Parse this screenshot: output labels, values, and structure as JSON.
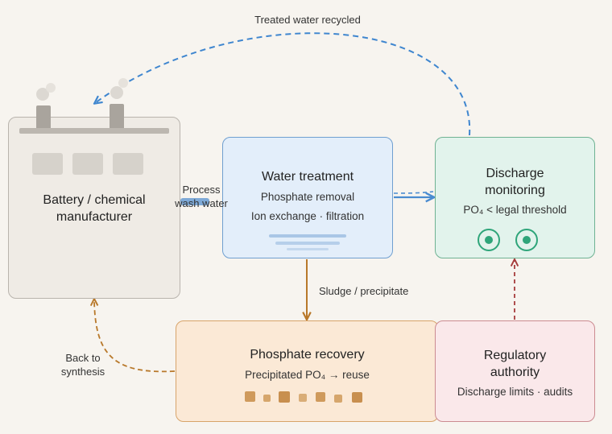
{
  "colors": {
    "recycle_arrow": "#3f86cf",
    "water_flow": "#4a8bd0",
    "sludge_arrow": "#b8782a",
    "back_arrow": "#b8782a",
    "regulatory_arrow": "#a63c3c"
  },
  "labels": {
    "recycled": "Treated water recycled",
    "process_line1": "Process",
    "process_line2": "wash water",
    "sludge": "Sludge / precipitate",
    "back_line1": "Back to",
    "back_line2": "synthesis"
  },
  "manufacturer": {
    "title_line1": "Battery / chemical",
    "title_line2": "manufacturer"
  },
  "water_treatment": {
    "title": "Water treatment",
    "line1": "Phosphate removal",
    "line2": "Ion exchange · filtration"
  },
  "discharge": {
    "title_line1": "Discharge",
    "title_line2": "monitoring",
    "threshold": "PO₄ < legal threshold"
  },
  "recovery": {
    "title": "Phosphate recovery",
    "line": "Precipitated PO₄ → reuse"
  },
  "regulator": {
    "title_line1": "Regulatory",
    "title_line2": "authority",
    "line": "Discharge limits · audits"
  }
}
